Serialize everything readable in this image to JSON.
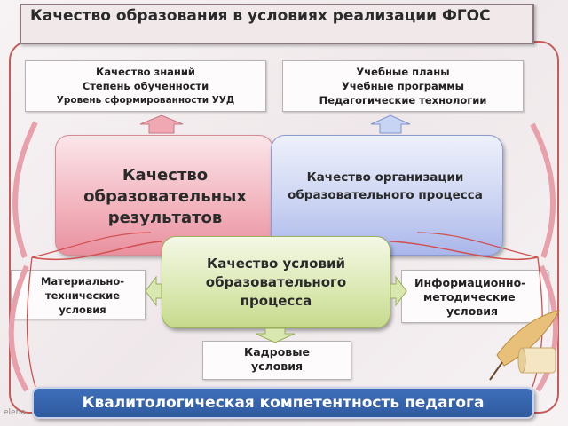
{
  "title": "Качество образования в условиях реализации ФГОС",
  "top_left_note": [
    "Качество знаний",
    "Степень обученности",
    "Уровень сформированности УУД"
  ],
  "top_right_note": [
    "Учебные планы",
    "Учебные программы",
    "Педагогические технологии"
  ],
  "results_box": "Качество образовательных результатов",
  "process_box": "Качество организации образовательного процесса",
  "conditions_box": "Качество условий образовательного процесса",
  "material_note": [
    "Материально-",
    "технические",
    "условия"
  ],
  "info_note": [
    "Информационно-",
    "методические",
    "условия"
  ],
  "staff_note": [
    "Кадровые",
    "условия"
  ],
  "bottom_banner": "Квалитологическая компетентность педагога",
  "watermark": "elena",
  "colors": {
    "frame": "#c85a5a",
    "results_fill": "#f2b3bd",
    "process_fill": "#c9d2f2",
    "conditions_fill": "#dbe8b2",
    "banner_fill": "#2f5aa0"
  }
}
